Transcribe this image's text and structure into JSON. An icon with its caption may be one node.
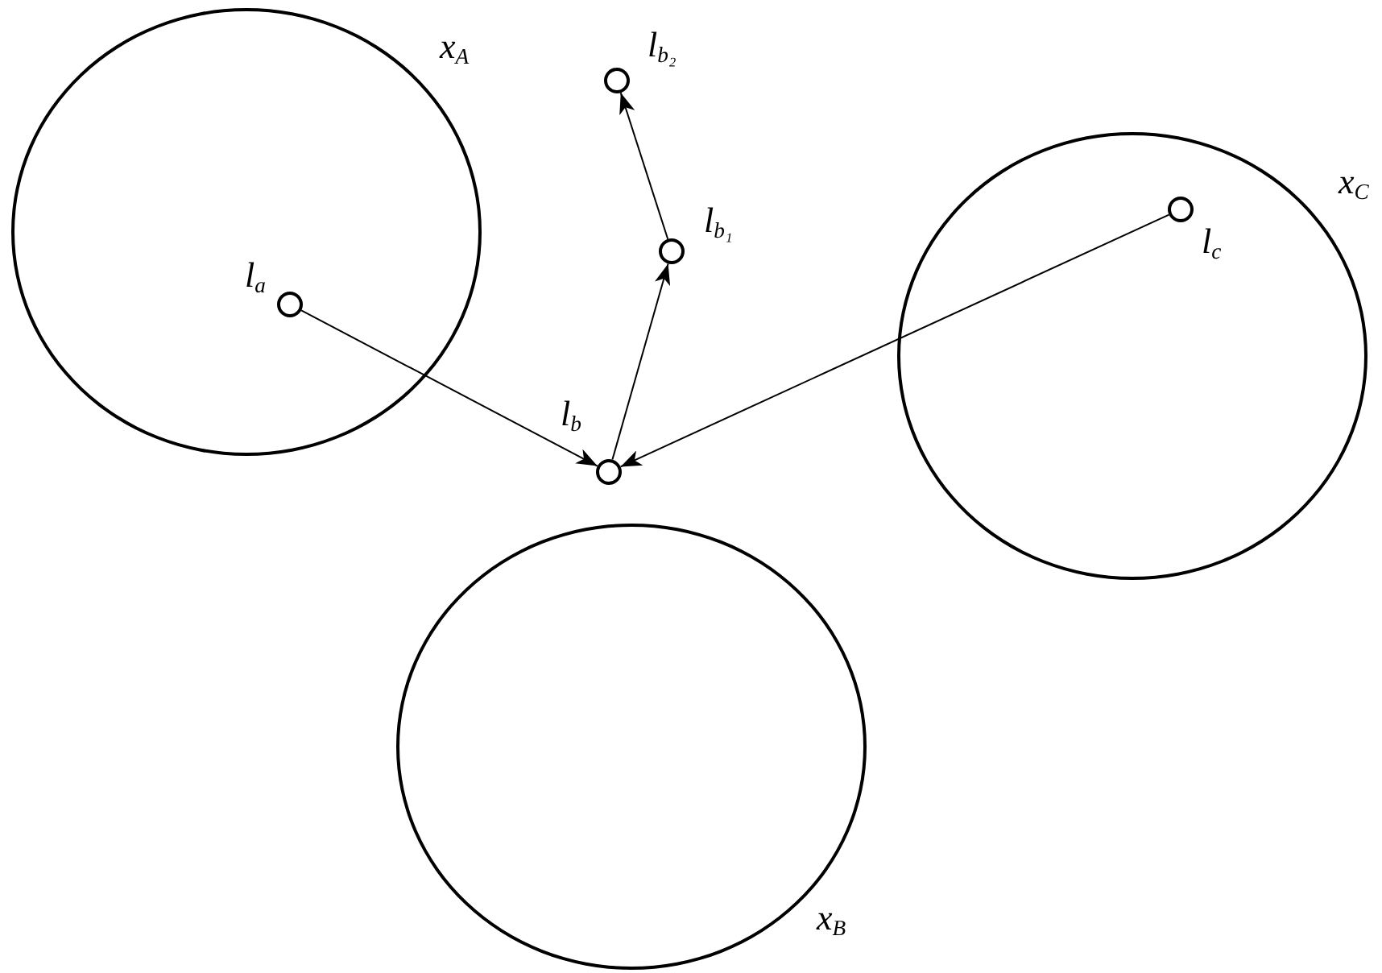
{
  "diagram": {
    "nodes": [
      {
        "text": [
          "x$_{A}$"
        ]
      },
      {
        "text": [],
        "shape": "circle",
        "in": 0,
        "beside": [
          "l$_{a}$"
        ]
      },
      {
        "text": [],
        "shape": "circle",
        "beside": [
          "l$_{b₂}$"
        ]
      },
      {
        "text": [],
        "shape": "circle",
        "beside": [
          "l$_{b₁}$"
        ]
      },
      {
        "text": [
          "x$_{C}$"
        ]
      },
      {
        "text": [],
        "shape": "circle",
        "in": 4,
        "beside": [
          "l$_{c}$"
        ]
      },
      {
        "text": [],
        "shape": "circle",
        "beside": [
          "l$_{b}$"
        ]
      },
      {
        "text": [
          "x$_{B}$"
        ]
      }
    ],
    "edges": [
      {
        "from": 1,
        "to": 6,
        "arrow": "to"
      },
      {
        "from": 5,
        "to": 6,
        "arrow": "to"
      },
      {
        "from": 6,
        "to": 3,
        "arrow": "to"
      },
      {
        "from": 3,
        "to": 2,
        "arrow": "to"
      }
    ]
  }
}
